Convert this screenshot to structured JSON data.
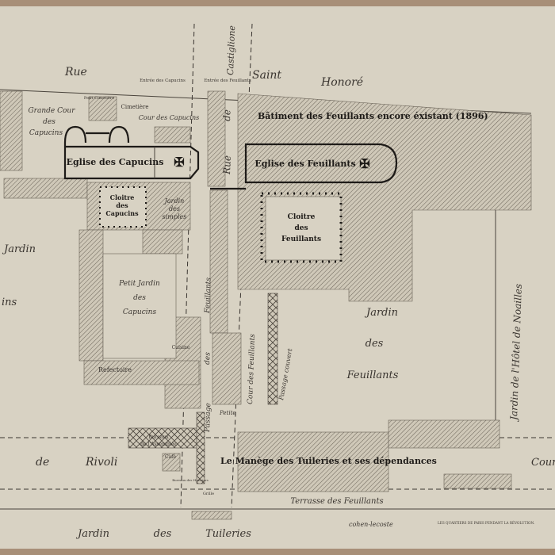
{
  "map": {
    "streets": {
      "rue_top": "Rue",
      "saint": "Saint",
      "honore": "Honoré",
      "castiglione": "Castiglione",
      "rue_side": "Rue",
      "de_side": "de",
      "de_rivoli": "de",
      "rivoli": "Rivoli",
      "cour_right": "Cour"
    },
    "labels": {
      "entree_capucins": "Entrée des Capucins",
      "entree_feuillants": "Entrée des Feuillants",
      "batiment": "Bâtiment des Feuillants encore éxistant (1896)",
      "grande_cour_1": "Grande Cour",
      "grande_cour_2": "des",
      "grande_cour_3": "Capucins",
      "petit_cimetiere": "Petit Cimetière",
      "cimetiere": "Cimetière",
      "cour_capucins": "Cour des Capucins",
      "eglise_capucins": "Eglise des Capucins",
      "eglise_feuillants": "Eglise des Feuillants",
      "cloitre_cap_1": "Cloitre",
      "cloitre_cap_2": "des",
      "cloitre_cap_3": "Capucins",
      "jardin_simples_1": "Jardin",
      "jardin_simples_2": "des",
      "jardin_simples_3": "simples",
      "cloitre_feu_1": "Cloitre",
      "cloitre_feu_2": "des",
      "cloitre_feu_3": "Feuillants",
      "jardin_left": "Jardin",
      "ins_left": "ins",
      "petit_jardin_1": "Petit Jardin",
      "petit_jardin_2": "des",
      "petit_jardin_3": "Capucins",
      "jardin_feu_1": "Jardin",
      "jardin_feu_2": "des",
      "jardin_feu_3": "Feuillants",
      "noailles": "Jardin de l'Hôtel de Noailles",
      "passage_1": "Passage",
      "passage_2": "des",
      "passage_3": "Feuillants",
      "cour_feu": "Cour des Feuillants",
      "passage_couvert": "Passage couvert",
      "refectoire": "Refectoire",
      "cuisine": "Cuisine",
      "petite": "Petite",
      "bureaux_1": "Bureaux",
      "bureaux_2": "de l'Assemblée",
      "cafe": "Café",
      "bureaux_huissiers": "Bureaux des Huissiers",
      "grille": "Grille",
      "manege": "Le Manège des Tuileries et ses dépendances",
      "terrasse": "Terrasse des Feuillants",
      "tuileries_1": "Jardin",
      "tuileries_2": "des",
      "tuileries_3": "Tuileries"
    },
    "caption": "LES QUARTIERS DE PARIS PENDANT LA RÉVOLUTION.",
    "signature": "cohen-lecoste",
    "colors": {
      "paper": "#d8d2c3",
      "ink": "#1e1b18",
      "frame": "#a88f78"
    }
  }
}
